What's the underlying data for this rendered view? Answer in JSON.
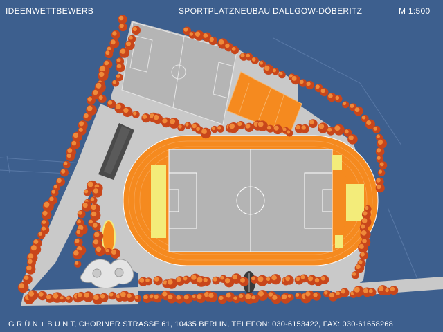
{
  "header": {
    "competition": "IDEENWETTBEWERB",
    "project": "SPORTPLATZNEUBAU  DALLGOW-DÖBERITZ",
    "scale": "M 1:500"
  },
  "footer": {
    "credit": "G R Ü N + B U N T, CHORINER STRASSE 61, 10435 BERLIN, TELEFON: 030-6153422, FAX: 030-61658268"
  },
  "colors": {
    "background": "#3d5f8e",
    "paving": "#c9c9c9",
    "field": "#b4b4b4",
    "track": "#f58a1f",
    "hall": "#4a4a4a",
    "highlight": "#f3ec7a",
    "tree": "#c8461b",
    "tree_light": "#ef8a3a"
  }
}
